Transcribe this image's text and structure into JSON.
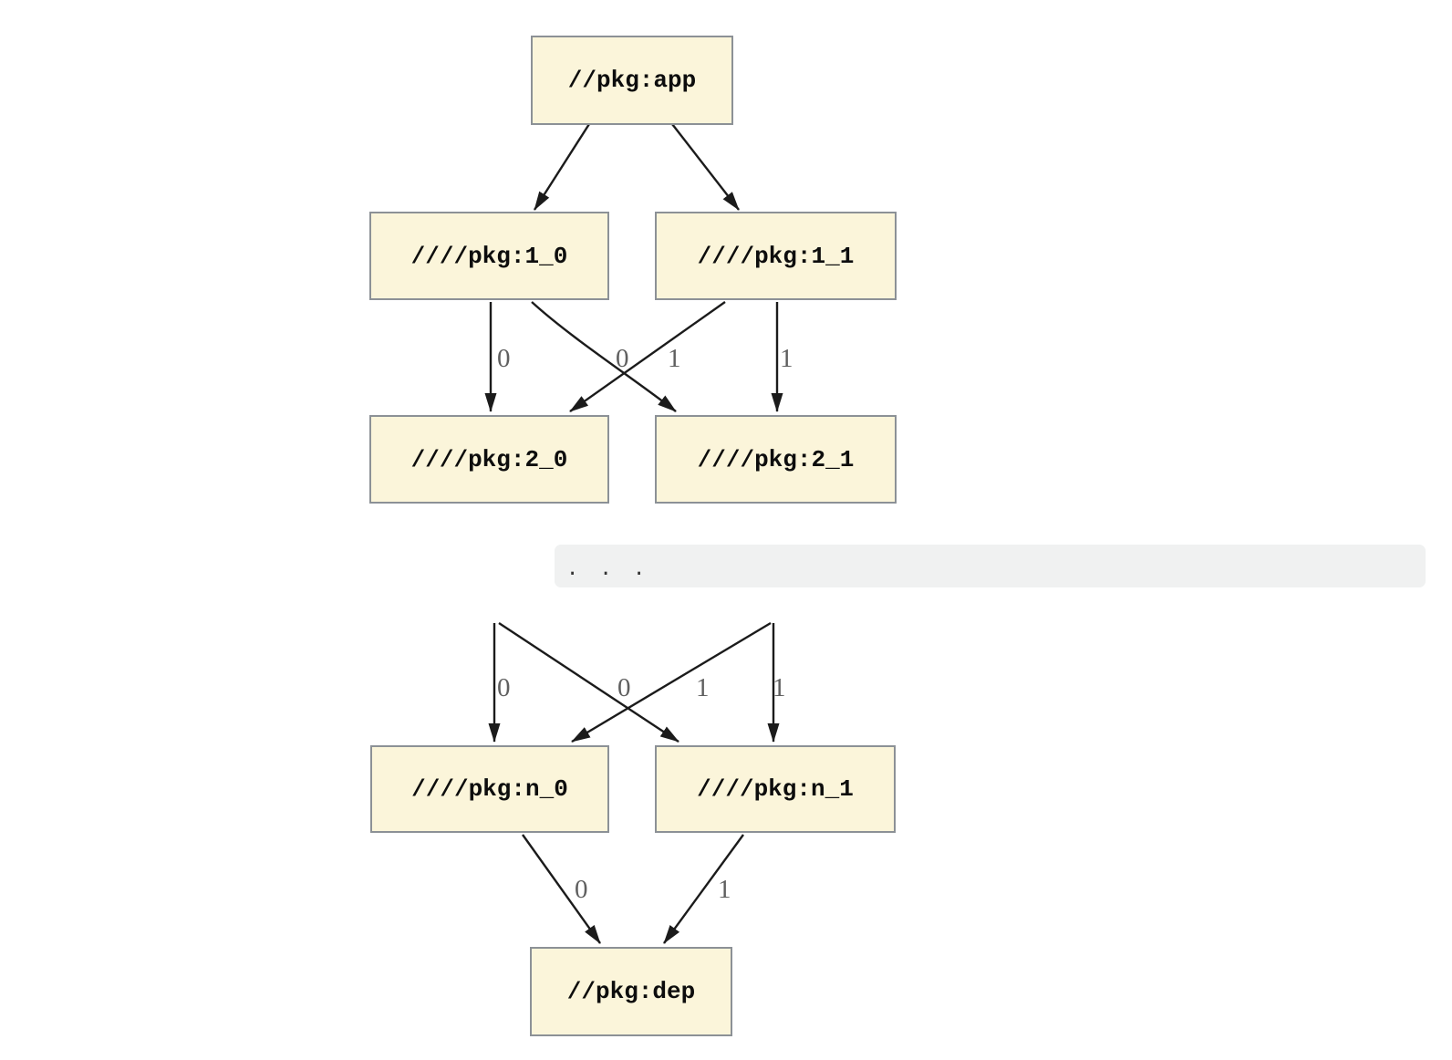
{
  "colors": {
    "page_bg": "#ffffff",
    "node_fill": "#fbf5da",
    "node_border": "#8c9196",
    "node_text": "#0d0d0d",
    "edge": "#1b1b1b",
    "edge_label": "#5f5f5f",
    "ellipsis_bg": "#f0f1f1",
    "ellipsis_text": "#333333"
  },
  "diagram": {
    "type": "dependency-graph",
    "nodes": {
      "app": {
        "label": "//pkg:app"
      },
      "l1_0": {
        "label": "////pkg:1_0"
      },
      "l1_1": {
        "label": "////pkg:1_1"
      },
      "l2_0": {
        "label": "////pkg:2_0"
      },
      "l2_1": {
        "label": "////pkg:2_1"
      },
      "ln_0": {
        "label": "////pkg:n_0"
      },
      "ln_1": {
        "label": "////pkg:n_1"
      },
      "dep": {
        "label": "//pkg:dep"
      }
    },
    "edges": [
      {
        "from": "app",
        "to": "l1_0"
      },
      {
        "from": "app",
        "to": "l1_1"
      },
      {
        "from": "l1_0",
        "to": "l2_0",
        "label": "0"
      },
      {
        "from": "l1_0",
        "to": "l2_1",
        "label": "1"
      },
      {
        "from": "l1_1",
        "to": "l2_0",
        "label": "0"
      },
      {
        "from": "l1_1",
        "to": "l2_1",
        "label": "1"
      },
      {
        "from": "...",
        "to": "ln_0",
        "label": "0"
      },
      {
        "from": "...",
        "to": "ln_1",
        "label": "1"
      },
      {
        "from": "...",
        "to": "ln_0",
        "label": "0"
      },
      {
        "from": "...",
        "to": "ln_1",
        "label": "1"
      },
      {
        "from": "ln_0",
        "to": "dep",
        "label": "0"
      },
      {
        "from": "ln_1",
        "to": "dep",
        "label": "1"
      }
    ],
    "edge_labels": {
      "s1": [
        "0",
        "0",
        "1",
        "1"
      ],
      "s2": [
        "0",
        "0",
        "1",
        "1"
      ],
      "s3": [
        "0",
        "1"
      ]
    }
  },
  "ellipsis": {
    "text": ". . ."
  }
}
